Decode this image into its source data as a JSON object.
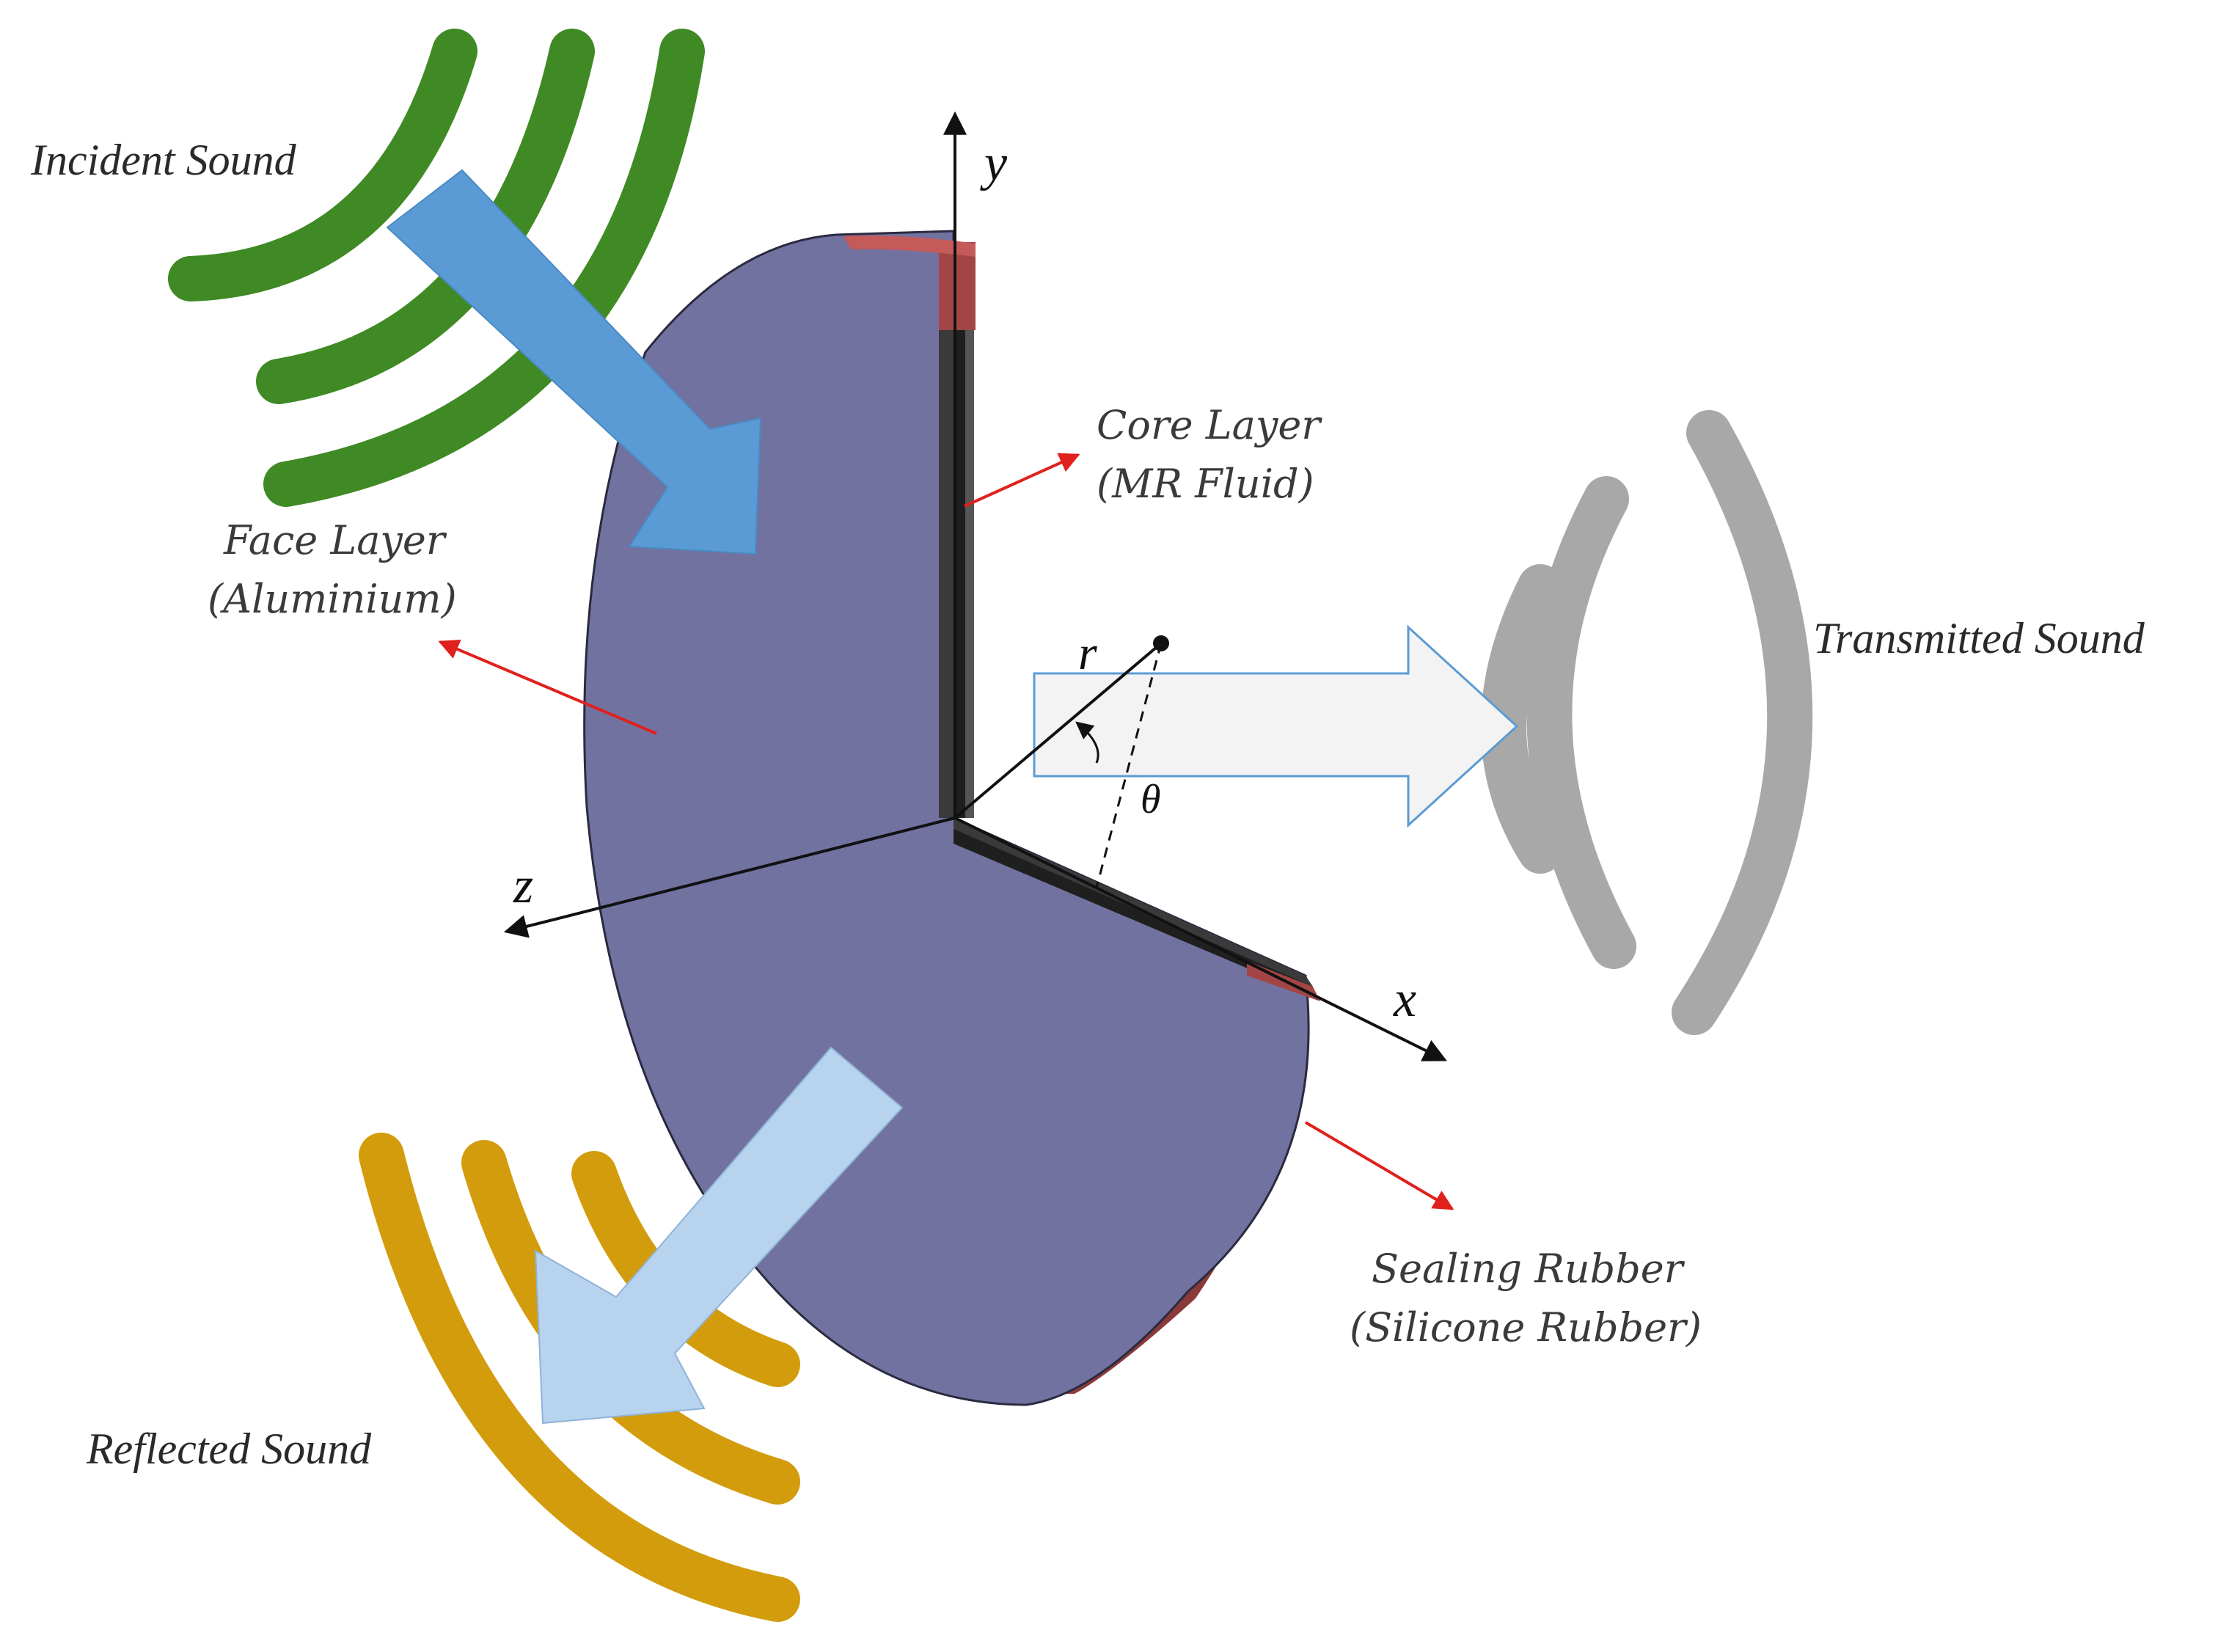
{
  "labels": {
    "incident": "Incident Sound",
    "transmitted": "Transmitted Sound",
    "reflected": "Reflected Sound",
    "core_line1": "Core Layer",
    "core_line2": "(MR Fluid)",
    "face_line1": "Face Layer",
    "face_line2": "(Aluminium)",
    "seal_line1": "Sealing Rubber",
    "seal_line2": "(Silicone Rubber)"
  },
  "axes": {
    "x": "x",
    "y": "y",
    "z": "z",
    "r": "r",
    "theta": "θ"
  },
  "colors": {
    "incident_waves": "#3f8a24",
    "transmitted_waves": "#a8a8a8",
    "reflected_waves": "#d29c0c",
    "disk_face": "#7272a0",
    "incident_arrow": "#5b9bd5",
    "reflected_arrow": "#b7d3ee",
    "transmitted_arrow": "#f3f3f3",
    "rubber": "#8b3a3a",
    "leader_arrows": "#e0201c"
  }
}
